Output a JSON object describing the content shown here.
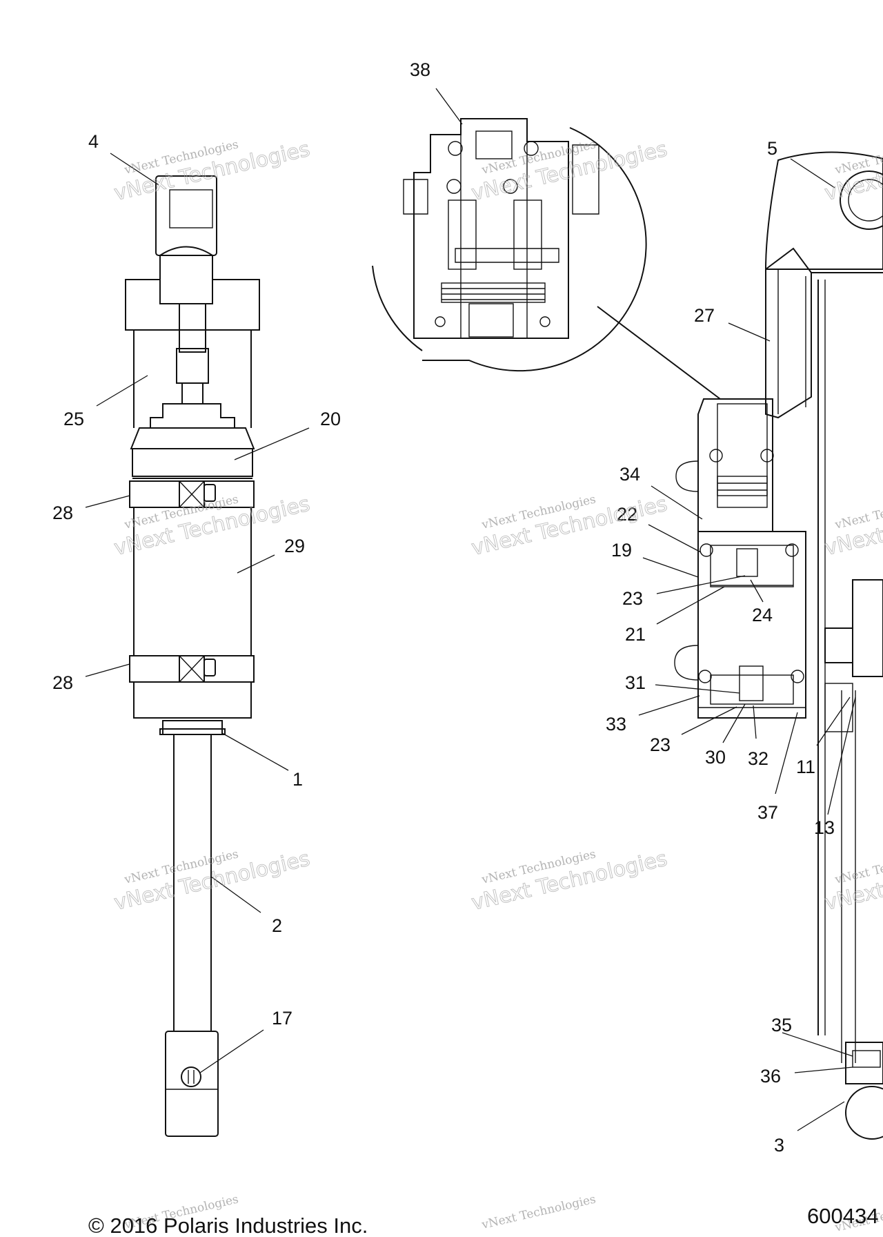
{
  "diagram": {
    "callouts": [
      "38",
      "4",
      "5",
      "27",
      "25",
      "20",
      "34",
      "22",
      "28",
      "29",
      "19",
      "23",
      "24",
      "21",
      "28",
      "31",
      "33",
      "23",
      "30",
      "32",
      "11",
      "1",
      "37",
      "13",
      "2",
      "17",
      "35",
      "36",
      "3"
    ],
    "watermark": {
      "line1": "vNext Technologies",
      "line2": "vNext Technologies"
    }
  },
  "footer": {
    "copyright": "© 2016 Polaris Industries Inc.",
    "code": "600434"
  }
}
